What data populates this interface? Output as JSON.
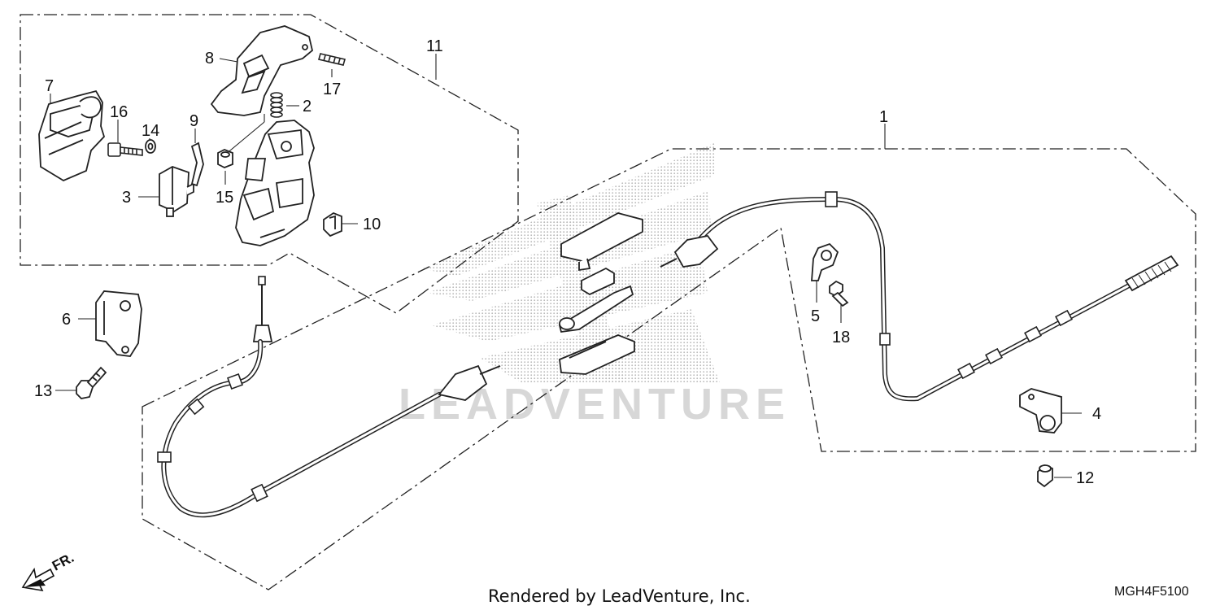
{
  "diagram": {
    "watermark": "LEADVENTURE",
    "footer_credit": "Rendered by LeadVenture, Inc.",
    "diagram_code": "MGH4F5100",
    "direction_label": "FR.",
    "callouts": [
      "1",
      "2",
      "3",
      "4",
      "5",
      "6",
      "7",
      "8",
      "9",
      "10",
      "11",
      "12",
      "13",
      "14",
      "15",
      "16",
      "17",
      "18"
    ]
  }
}
